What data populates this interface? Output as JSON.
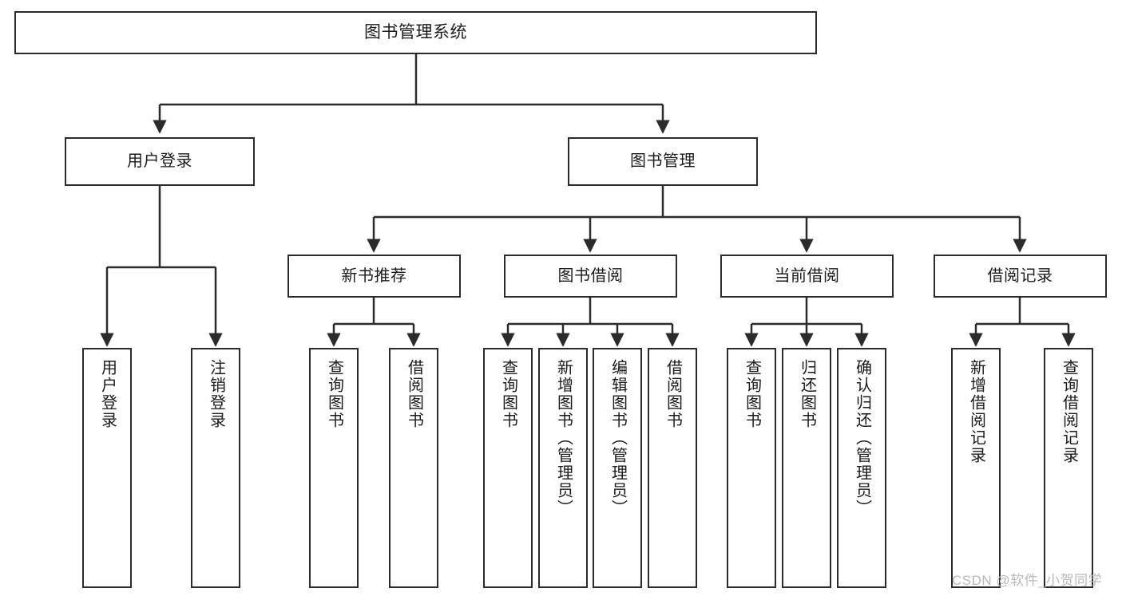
{
  "diagram": {
    "title": "图书管理系统",
    "watermark": "CSDN @软件_小贺同学",
    "colors": {
      "stroke": "#2b2b2b",
      "fill": "#ffffff",
      "text": "#1b1b1b",
      "watermark": "#b9b9b9"
    },
    "nodes": {
      "root": {
        "label": "图书管理系统"
      },
      "level1": [
        {
          "label": "用户登录"
        },
        {
          "label": "图书管理"
        }
      ],
      "level2": [
        {
          "label": "新书推荐"
        },
        {
          "label": "图书借阅"
        },
        {
          "label": "当前借阅"
        },
        {
          "label": "借阅记录"
        }
      ],
      "leaves": {
        "user_login": [
          {
            "label": "用户登录"
          },
          {
            "label": "注销登录"
          }
        ],
        "new_book_recommend": [
          {
            "label": "查询图书"
          },
          {
            "label": "借阅图书"
          }
        ],
        "book_borrow": [
          {
            "label": "查询图书"
          },
          {
            "label": "新增图书（管理员）"
          },
          {
            "label": "编辑图书（管理员）"
          },
          {
            "label": "借阅图书"
          }
        ],
        "current_borrow": [
          {
            "label": "查询图书"
          },
          {
            "label": "归还图书"
          },
          {
            "label": "确认归还（管理员）"
          }
        ],
        "borrow_record": [
          {
            "label": "新增借阅记录"
          },
          {
            "label": "查询借阅记录"
          }
        ]
      }
    }
  }
}
